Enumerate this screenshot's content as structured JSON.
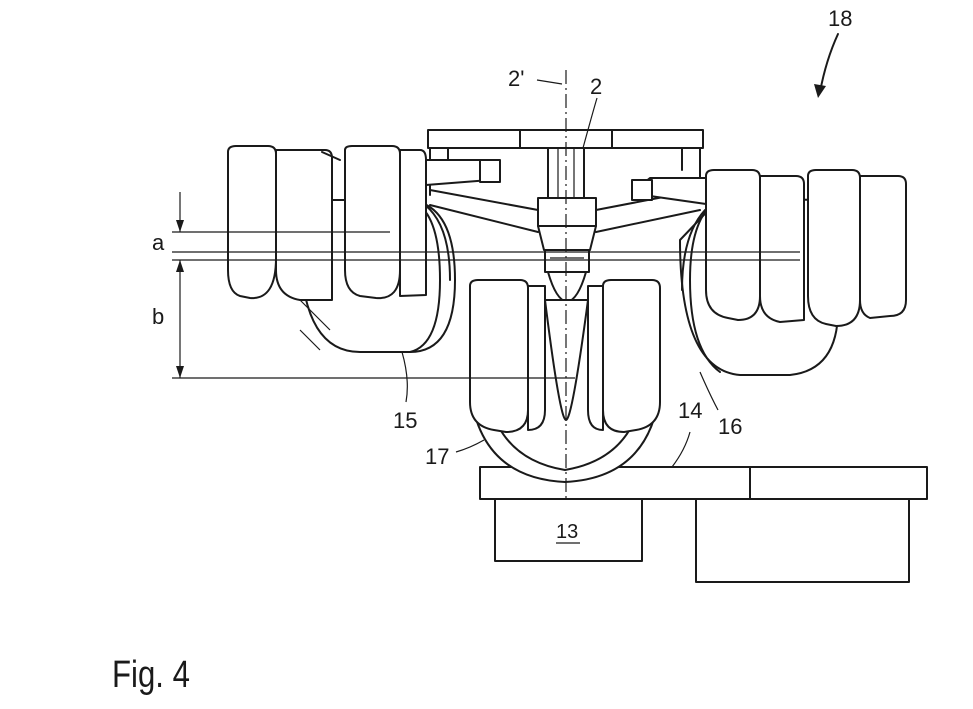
{
  "figure": {
    "caption": "Fig. 4",
    "labels": {
      "ref_18": "18",
      "ref_2prime": "2'",
      "ref_2": "2",
      "dim_a": "a",
      "dim_b": "b",
      "ref_15": "15",
      "ref_16": "16",
      "ref_14": "14",
      "ref_17": "17",
      "ref_13": "13"
    }
  }
}
